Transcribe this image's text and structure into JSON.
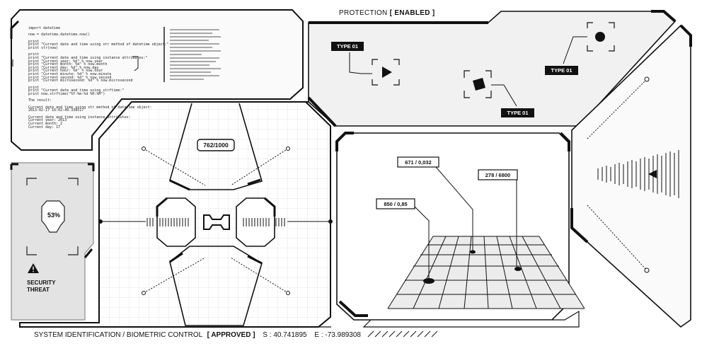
{
  "header": {
    "protection_label": "PROTECTION",
    "protection_status": "[ ENABLED ]"
  },
  "code_panel": {
    "lines": [
      "import datetime",
      "",
      "now = datetime.datetime.now()",
      "",
      "print",
      "print \"Current date and time using str method of datetime object:\"",
      "print str(now)",
      "",
      "print",
      "print \"Current date and time using instance attributes:\"",
      "print \"Current year: %d\" % now.year",
      "print \"Current month: %d\" % now.month",
      "print \"Current day: %d\" % now.day",
      "print \"Current hour: %d\" % now.hour",
      "print \"Current minute: %d\" % now.minute",
      "print \"Current second: %d\" % now.second",
      "print \"Current microsecond: %d\" % now.microsecond",
      "",
      "print",
      "print \"Current date and time using strftime:\"",
      "print now.strftime(\"%Y-%m-%d %H:%M\")",
      "",
      "The result:",
      "",
      "Current date and time using str method of datetime object:",
      "2013-02-17 16:02:49.338517",
      "",
      "Current date and time using instance attributes:",
      "Current year: 2013",
      "Current month: 2",
      "Current day: 17"
    ]
  },
  "security": {
    "percent": "53%",
    "threat_line1": "SECURITY",
    "threat_line2": "THREAT"
  },
  "biometric": {
    "counter": "762/1000"
  },
  "targets": {
    "tag1": "TYPE 01",
    "tag2": "TYPE 01",
    "tag3": "TYPE 01"
  },
  "grid_panel": {
    "label1": "671 / 0,032",
    "label2": "278 / 6800",
    "label3": "850 / 0,85"
  },
  "footer": {
    "system_text": "SYSTEM IDENTIFICATION / BIOMETRIC CONTROL",
    "approved": "[ APPROVED ]",
    "s_coord": "S : 40.741895",
    "e_coord": "E : -73.989308"
  },
  "icons": [
    "warning-icon",
    "play-icon",
    "target-diamond-icon",
    "target-dot-icon",
    "shield-badge-icon"
  ]
}
